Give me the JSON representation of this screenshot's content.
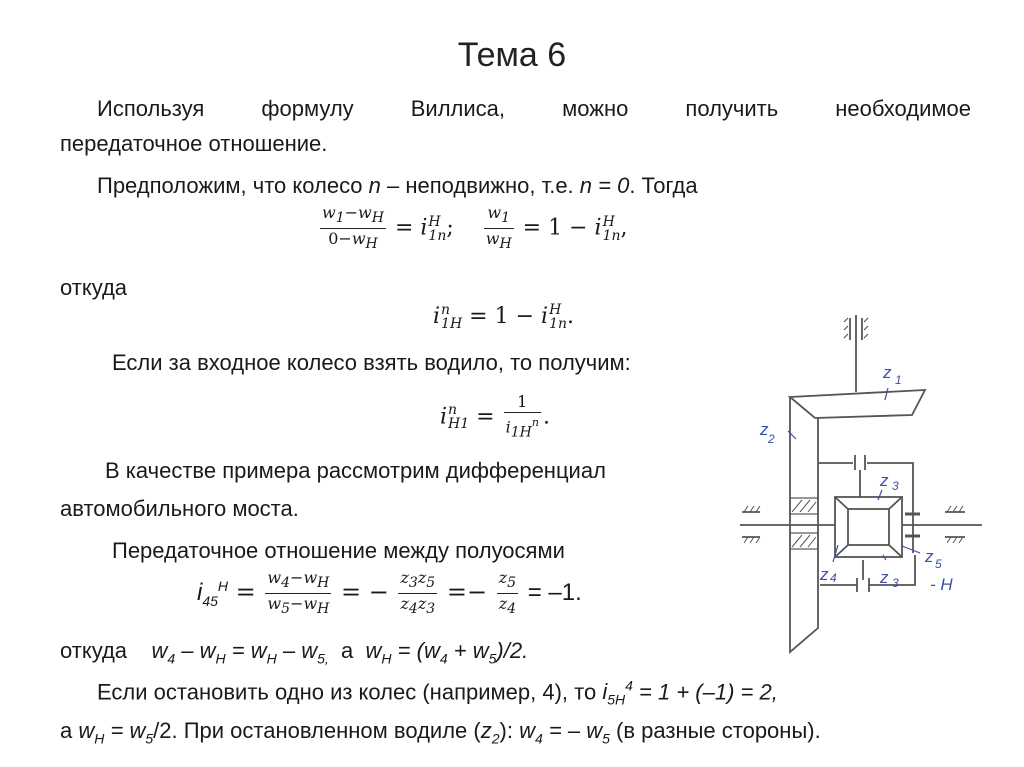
{
  "slide": {
    "title": "Тема 6",
    "paragraphs": {
      "p1_line1_words": [
        "Используя",
        "формулу",
        "Виллиса,",
        "можно",
        "получить",
        "необходимое"
      ],
      "p1_line2": "передаточное отношение.",
      "p2_prefix": "Предположим, что колесо ",
      "p2_var_n": "n",
      "p2_mid": " – неподвижно, т.е. ",
      "p2_eq": "n = 0",
      "p2_suffix": ". Тогда",
      "otkuda": "откуда",
      "p3": "Если за входное колесо взять водило, то получим:",
      "p4_line1": "В качестве примера рассмотрим дифференциал",
      "p4_line2": "автомобильного моста.",
      "p5": "Передаточное отношение между полуосями",
      "p6_prefix": "откуда",
      "p6_a": "а",
      "p7_prefix": "Если остановить одно из колес (например, 4), то",
      "p7_formula": "= 1 + (–1) = 2,",
      "p8_a": "а",
      "p8_mid": "/2. При остановленном водиле (",
      "p8_z2": "z",
      "p8_close": "):",
      "p8_suffix": "(в разные стороны)."
    },
    "formulas": {
      "f1_num": "w₁−w_H",
      "f1_den": "0−w_H",
      "f1_rhs": "i^H_1n;",
      "f2_num": "w₁",
      "f2_den": "w_H",
      "f2_rhs": "1 − i^H_1n,",
      "f3": "i^n_1H = 1 − i^H_1n.",
      "f4_lhs": "i^n_H1",
      "f4_num": "1",
      "f4_den": "i^n_1H",
      "f5_lhs": "i_45^H",
      "f5_num1": "w₄−w_H",
      "f5_den1": "w₅−w_H",
      "f5_num2": "z₃z₅",
      "f5_den2": "z₄z₃",
      "f5_num3": "z₅",
      "f5_den3": "z₄",
      "f5_result": "= –1.",
      "f6": "w₄ – w_H = w_H – w₅,",
      "f7": "w_H = (w₄ + w₅)/2.",
      "f8": "w₄ = – w₅"
    },
    "diagram": {
      "labels": [
        "z1",
        "z2",
        "z3",
        "z3",
        "z4",
        "z5",
        "H"
      ],
      "label_color": "#3a4fa8",
      "line_color": "#555555"
    }
  }
}
